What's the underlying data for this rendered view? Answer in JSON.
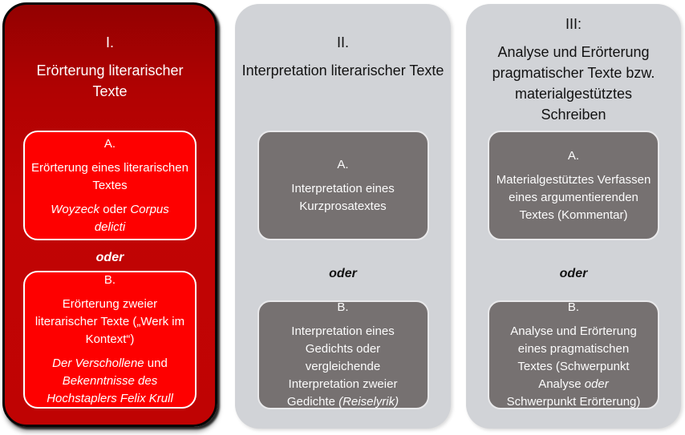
{
  "colors": {
    "card1_top": "#930101",
    "card1_body": "#c10404",
    "card1_inner_box": "#fe0000",
    "card1_border": "#060606",
    "gray_card_bg": "#d1d3d7",
    "gray_inner_box": "#767171",
    "inner_box_border_light": "#e9e9eb",
    "text_on_red": "#ffffff",
    "text_on_gray_card": "#121212",
    "text_on_dark_box": "#fcfcfc"
  },
  "cards": [
    {
      "numeral": "I.",
      "title": "Erörterung literarischer Texte",
      "separator": "oder",
      "boxA": {
        "label": "A.",
        "text": [
          {
            "t": "Erörterung eines literarischen Textes"
          }
        ],
        "subtext": [
          {
            "t": "Woyzeck",
            "i": true
          },
          {
            "t": " oder "
          },
          {
            "t": "Corpus delicti",
            "i": true
          }
        ]
      },
      "boxB": {
        "label": "B.",
        "text": [
          {
            "t": "Erörterung zweier literarischer Texte („Werk im Kontext“)"
          }
        ],
        "subtext": [
          {
            "t": "Der Verschollene",
            "i": true
          },
          {
            "t": " und "
          },
          {
            "t": "Bekenntnisse des Hochstaplers Felix Krull",
            "i": true
          }
        ]
      }
    },
    {
      "numeral": "II.",
      "title": "Interpretation literarischer Texte",
      "separator": "oder",
      "boxA": {
        "label": "A.",
        "text": [
          {
            "t": "Interpretation eines Kurzprosatextes"
          }
        ]
      },
      "boxB": {
        "label": "B.",
        "text": [
          {
            "t": "Interpretation eines Gedichts oder vergleichende Interpretation zweier Gedichte "
          },
          {
            "t": "(Reiselyrik)",
            "i": true
          }
        ]
      }
    },
    {
      "numeral": "III:",
      "title": "Analyse und Erörterung pragmatischer Texte bzw. materialgestütztes Schreiben",
      "separator": "oder",
      "boxA": {
        "label": "A.",
        "text": [
          {
            "t": "Materialgestütztes Verfassen eines argumentierenden Textes (Kommentar)"
          }
        ]
      },
      "boxB": {
        "label": "B.",
        "text": [
          {
            "t": "Analyse und Erörterung eines pragmatischen Textes (Schwerpunkt Analyse "
          },
          {
            "t": "oder",
            "i": true
          },
          {
            "t": " Schwerpunkt Erörterung)"
          }
        ]
      }
    }
  ]
}
